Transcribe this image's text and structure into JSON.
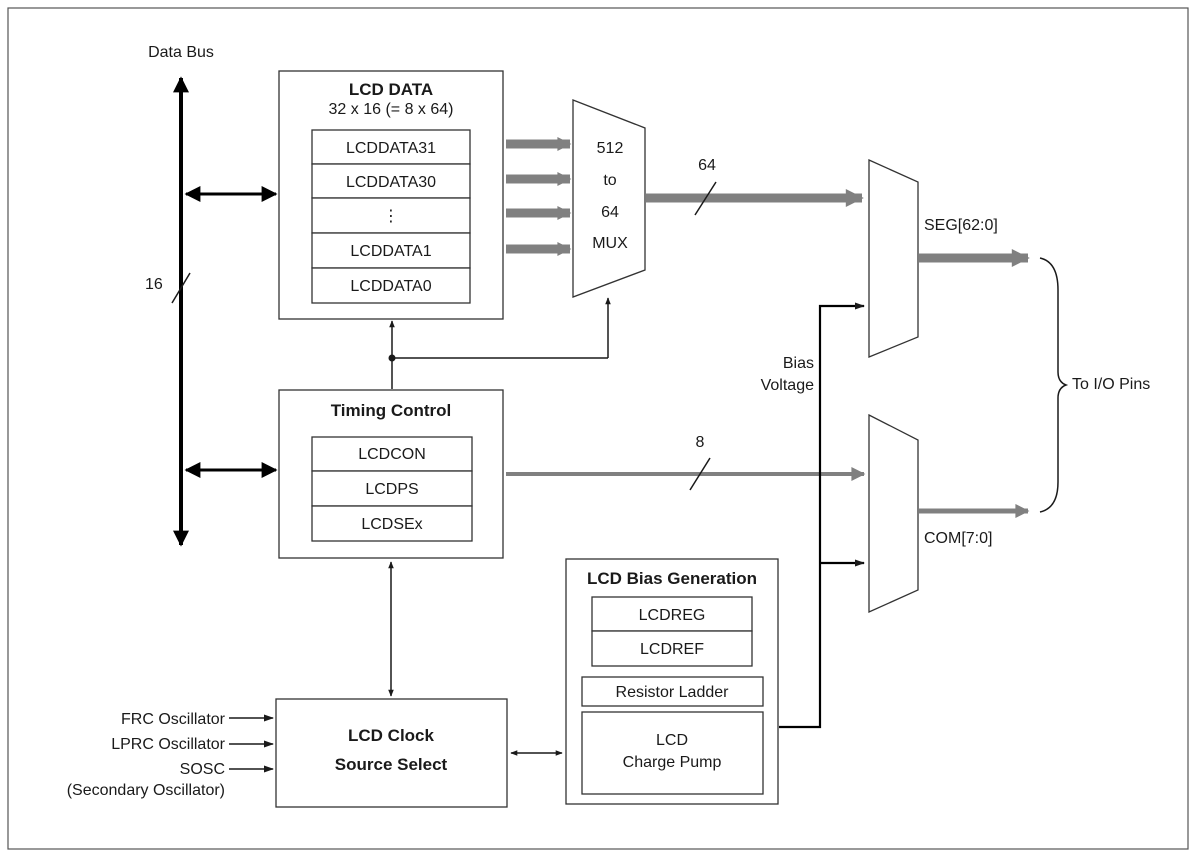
{
  "labels": {
    "data_bus": "Data Bus",
    "bus_width": "16",
    "lcd_data_title": "LCD DATA",
    "lcd_data_subtitle": "32 x 16 (= 8 x 64)",
    "mux_line1": "512",
    "mux_line2": "to",
    "mux_line3": "64",
    "mux_line4": "MUX",
    "seg_width": "64",
    "com_width": "8",
    "seg_output": "SEG[62:0]",
    "com_output": "COM[7:0]",
    "bias_voltage_1": "Bias",
    "bias_voltage_2": "Voltage",
    "to_io_pins": "To I/O Pins",
    "timing_title": "Timing Control",
    "bias_gen_title": "LCD Bias Generation",
    "resistor_ladder": "Resistor Ladder",
    "charge_pump_1": "LCD",
    "charge_pump_2": "Charge Pump",
    "clock_select_1": "LCD Clock",
    "clock_select_2": "Source Select",
    "frc_osc": "FRC Oscillator",
    "lprc_osc": "LPRC Oscillator",
    "sosc": "SOSC",
    "sosc_full": "(Secondary Oscillator)"
  },
  "lcd_data_registers": [
    "LCDDATA31",
    "LCDDATA30",
    "⋮",
    "LCDDATA1",
    "LCDDATA0"
  ],
  "timing_registers": [
    "LCDCON",
    "LCDPS",
    "LCDSEx"
  ],
  "bias_registers": [
    "LCDREG",
    "LCDREF"
  ],
  "colors": {
    "line": "#1a1a1a",
    "wide_path": "#808080",
    "border": "#333333"
  }
}
